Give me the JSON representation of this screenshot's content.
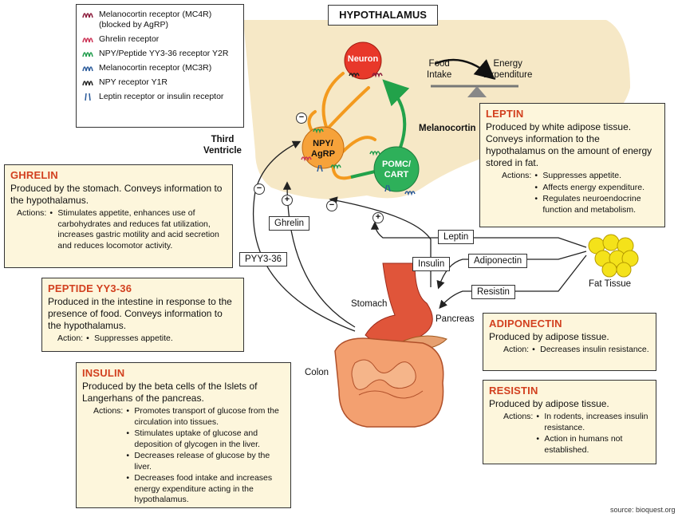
{
  "title": "HYPOTHALAMUS",
  "source": "source: bioquest.org",
  "legend": [
    {
      "icon": "mc4r-receptor-icon",
      "color": "#8b1a3a",
      "label": "Melanocortin receptor (MC4R) (blocked by AgRP)"
    },
    {
      "icon": "ghrelin-receptor-icon",
      "color": "#cc3355",
      "label": "Ghrelin receptor"
    },
    {
      "icon": "y2r-receptor-icon",
      "color": "#1e9b4a",
      "label": "NPY/Peptide YY3-36 receptor Y2R"
    },
    {
      "icon": "mc3r-receptor-icon",
      "color": "#2a5a9a",
      "label": "Melanocortin receptor (MC3R)"
    },
    {
      "icon": "y1r-receptor-icon",
      "color": "#222222",
      "label": "NPY receptor Y1R"
    },
    {
      "icon": "leptin-receptor-icon",
      "color": "#2a5a9a",
      "label": "Leptin receptor or insulin receptor"
    }
  ],
  "nodes": {
    "neuron": "Neuron",
    "npy_line1": "NPY/",
    "npy_line2": "AgRP",
    "pomc_line1": "POMC/",
    "pomc_line2": "CART"
  },
  "labels": {
    "third_ventricle_1": "Third",
    "third_ventricle_2": "Ventricle",
    "melanocortin": "Melanocortin",
    "food_intake_1": "Food",
    "food_intake_2": "Intake",
    "energy_exp_1": "Energy",
    "energy_exp_2": "Expenditure",
    "ghrelin": "Ghrelin",
    "pyy": "PYY3-36",
    "insulin": "Insulin",
    "leptin": "Leptin",
    "adiponectin": "Adiponectin",
    "resistin": "Resistin",
    "fat_tissue": "Fat Tissue",
    "stomach": "Stomach",
    "pancreas": "Pancreas",
    "colon": "Colon"
  },
  "signs": {
    "minus": "−",
    "plus": "+"
  },
  "boxes": {
    "leptin": {
      "title": "LEPTIN",
      "desc": "Produced by white adipose tissue. Conveys information to the hypothalamus on the amount of energy stored in fat.",
      "actions_label": "Actions:",
      "actions": [
        "Suppresses appetite.",
        "Affects energy expenditure.",
        "Regulates neuroendocrine function and metabolism."
      ]
    },
    "ghrelin": {
      "title": "GHRELIN",
      "desc": "Produced by the stomach. Conveys information to the hypothalamus.",
      "actions_label": "Actions:",
      "actions": [
        "Stimulates appetite, enhances use of carbohydrates and reduces fat utilization, increases gastric motility and acid secretion and reduces locomotor activity."
      ]
    },
    "pyy": {
      "title": "PEPTIDE YY3-36",
      "desc": "Produced in the intestine in response to the presence of food. Conveys information to the hypothalamus.",
      "actions_label": "Action:",
      "actions": [
        "Suppresses appetite."
      ]
    },
    "insulin": {
      "title": "INSULIN",
      "desc": "Produced by the beta cells of the Islets of Langerhans of the pancreas.",
      "actions_label": "Actions:",
      "actions": [
        "Promotes transport of glucose from the circulation into tissues.",
        "Stimulates uptake of glucose and deposition of glycogen in the liver.",
        "Decreases release of glucose by the liver.",
        "Decreases food intake and increases energy expenditure acting in the hypothalamus."
      ]
    },
    "adiponectin": {
      "title": "ADIPONECTIN",
      "desc": "Produced by adipose tissue.",
      "actions_label": "Action:",
      "actions": [
        "Decreases insulin resistance."
      ]
    },
    "resistin": {
      "title": "RESISTIN",
      "desc": "Produced by adipose tissue.",
      "actions_label": "Actions:",
      "actions": [
        "In rodents, increases insulin resistance.",
        "Action in humans not established."
      ]
    }
  }
}
